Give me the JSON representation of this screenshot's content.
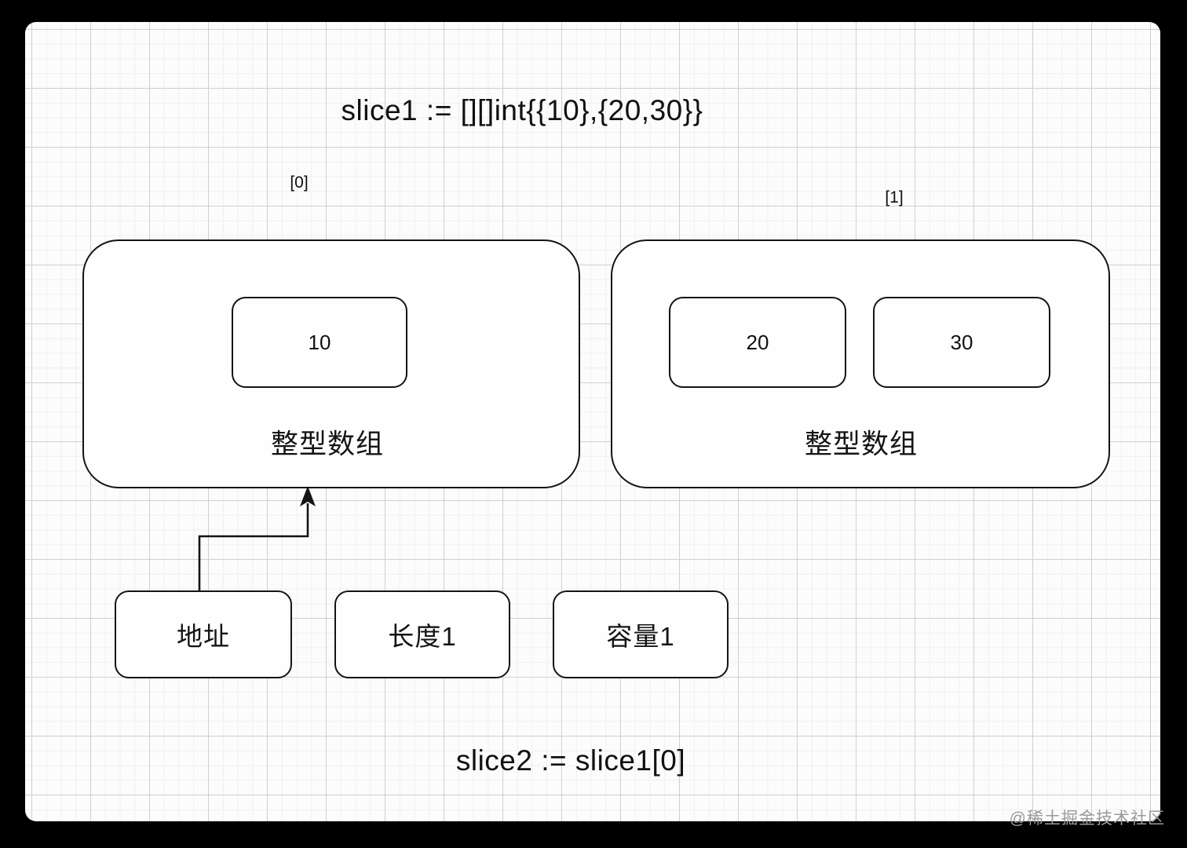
{
  "title": "slice1 := [][]int{{10},{20,30}}",
  "footer": "slice2 := slice1[0]",
  "watermark": "@稀土掘金技术社区",
  "diagram": {
    "arrays": [
      {
        "index_label": "[0]",
        "label": "整型数组",
        "elements": [
          "10"
        ]
      },
      {
        "index_label": "[1]",
        "label": "整型数组",
        "elements": [
          "20",
          "30"
        ]
      }
    ],
    "slice_fields": [
      {
        "label": "地址"
      },
      {
        "label": "长度1"
      },
      {
        "label": "容量1"
      }
    ]
  },
  "colors": {
    "frame": "#000000",
    "paper": "#fcfcfc",
    "line": "#141414",
    "watermark": "#9a9a9a"
  }
}
